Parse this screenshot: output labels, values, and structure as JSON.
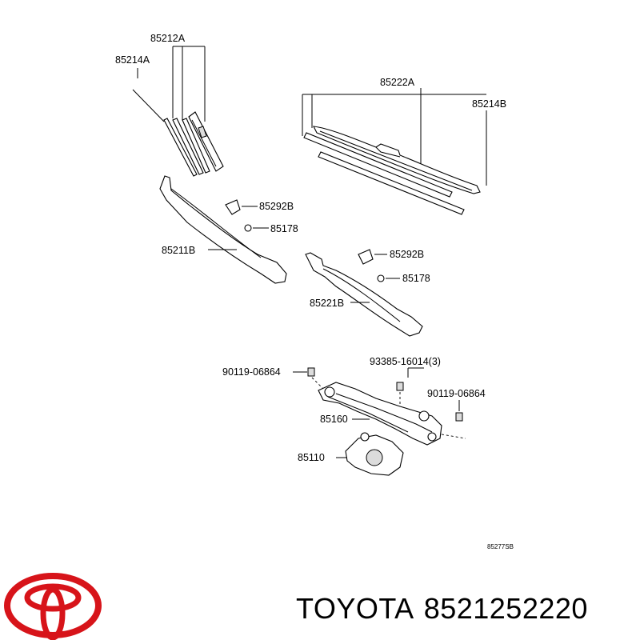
{
  "diagram": {
    "labels": {
      "wiper_blade_left": "85212A",
      "blade_insert_left": "85214A",
      "wiper_blade_right": "85222A",
      "blade_insert_right": "85214B",
      "arm_cap_left": "85292B",
      "nut_left": "85178",
      "arm_left": "85211B",
      "arm_cap_right": "85292B",
      "nut_right": "85178",
      "arm_right": "85221B",
      "bolt_left": "90119-06864",
      "bolt_center": "93385-16014(3)",
      "bolt_right": "90119-06864",
      "link_assembly": "85160",
      "motor": "85110",
      "figure_code": "85277SB"
    }
  },
  "footer": {
    "brand": "TOYOTA",
    "part_number": "8521252220",
    "logo_color": "#d7141a"
  }
}
